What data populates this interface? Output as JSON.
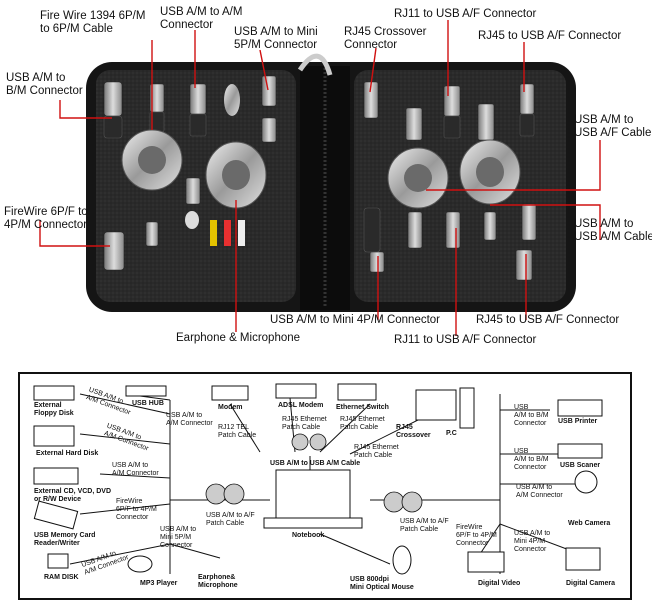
{
  "top_labels": {
    "firewire_1394": [
      "Fire Wire 1394 6P/M",
      "to 6P/M Cable"
    ],
    "usb_am_am": [
      "USB A/M to A/M",
      "Connector"
    ],
    "usb_am_mini5p": [
      "USB A/M to Mini",
      "5P/M Connector"
    ],
    "rj45_crossover": [
      "RJ45 Crossover",
      "Connector"
    ],
    "rj11_usb_af_top": [
      "RJ11 to USB A/F Connector"
    ],
    "rj45_usb_af_top": [
      "RJ45 to USB A/F Connector"
    ],
    "usb_am_bm": [
      "USB A/M to",
      "B/M Connector"
    ],
    "usb_am_af_cable": [
      "USB A/M to",
      "USB A/F Cable"
    ],
    "firewire_6p4p": [
      "FireWire 6P/F to",
      "4P/M Connector"
    ],
    "usb_am_am_cable": [
      "USB A/M to",
      "USB A/M Cable"
    ],
    "usb_am_mini4p": [
      "USB A/M to Mini 4P/M  Connector"
    ],
    "rj45_usb_af_bottom": [
      "RJ45 to USB A/F Connector"
    ],
    "earphone_mic": [
      "Earphone & Microphone"
    ],
    "rj11_usb_af_bottom": [
      "RJ11 to USB A/F Connector"
    ]
  },
  "diagram": {
    "external_floppy": [
      "External",
      "Floppy Disk"
    ],
    "usb_hub": "USB HUB",
    "usb_am_am_conn_1": [
      "USB A/M to",
      "A/M Connector"
    ],
    "usb_am_am_conn_2": [
      "USB A/M to",
      "A/M Connector"
    ],
    "external_hdd": "External Hard Disk",
    "usb_am_af_conn_1": [
      "USB A/M to",
      "A/M Connector"
    ],
    "external_cd": [
      "External CD, VCD, DVD",
      "or R/W Device"
    ],
    "usb_am_am_conn_3": [
      "USB A/M to",
      "A/M Connector"
    ],
    "firewire_6p4p": [
      "FireWire",
      "6P/F to 4P/M",
      "Connector"
    ],
    "usb_memory_card": [
      "USB Memory Card",
      "Reader/Writer"
    ],
    "usb_am_mini5p": [
      "USB A/M to",
      "Mini 5P/M",
      "Connector"
    ],
    "ram_disk": "RAM DISK",
    "usb_am_am_conn_4": [
      "USB A/M to",
      "A/M Connector"
    ],
    "mp3_player": "MP3 Player",
    "earphone_mic": [
      "Earphone&",
      "Microphone"
    ],
    "modem": "Modem",
    "adsl_modem": "ADSL Modem",
    "ethernet_switch": "Ethernet Switch",
    "rj12_tel": [
      "RJ12 TEL",
      "Patch Cable"
    ],
    "rj45_eth_1": [
      "RJ45 Ethernet",
      "Patch Cable"
    ],
    "rj45_eth_2": [
      "RJ45 Ethernet",
      "Patch Cable"
    ],
    "rj45_crossover": [
      "RJ45",
      "Crossover"
    ],
    "rj45_eth_3": [
      "RJ45 Ethernet",
      "Patch Cable"
    ],
    "pc": "P.C",
    "usb_am_am_cable": "USB A/M to USB A/M Cable",
    "usb_am_af_cable_left": [
      "USB A/M to A/F",
      "Patch Cable"
    ],
    "notebook": "Notebook",
    "usb_am_af_cable_right": [
      "USB A/M to A/F",
      "Patch Cable"
    ],
    "mouse": [
      "USB 800dpi",
      "Mini Optical Mouse"
    ],
    "usb_am_bm_1": [
      "USB",
      "A/M to B/M",
      "Connector"
    ],
    "usb_printer": "USB Printer",
    "usb_am_bm_2": [
      "USB",
      "A/M to B/M",
      "Connector"
    ],
    "usb_scanner": "USB Scaner",
    "usb_am_am_conn_5": [
      "USB A/M to",
      "A/M Connector"
    ],
    "web_camera": "Web Camera",
    "firewire_6p4p_r": [
      "FireWire",
      "6P/F to 4P/M",
      "Connector"
    ],
    "usb_am_mini4p": [
      "USB A/M to",
      "Mini 4P/M",
      "Connector"
    ],
    "digital_video": "Digital Video",
    "digital_camera": "Digital Camera"
  }
}
